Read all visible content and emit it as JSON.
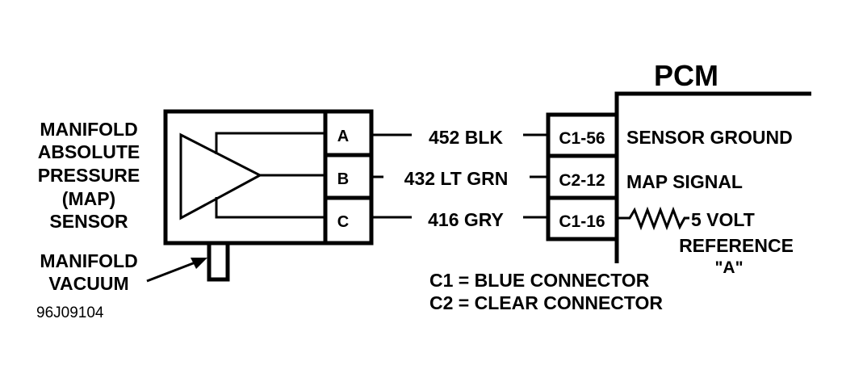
{
  "sensor": {
    "name_lines": [
      "MANIFOLD",
      "ABSOLUTE",
      "PRESSURE",
      "(MAP)",
      "SENSOR"
    ],
    "vacuum_lines": [
      "MANIFOLD",
      "VACUUM"
    ],
    "pins": [
      "A",
      "B",
      "C"
    ]
  },
  "pcm": {
    "title": "PCM",
    "circuits": [
      {
        "wire": "452 BLK",
        "terminal": "C1-56",
        "function": "SENSOR GROUND"
      },
      {
        "wire": "432 LT GRN",
        "terminal": "C2-12",
        "function": "MAP SIGNAL"
      },
      {
        "wire": "416 GRY",
        "terminal": "C1-16",
        "function": "5 VOLT"
      }
    ],
    "reference_lines": [
      "REFERENCE",
      "\"A\""
    ]
  },
  "legend": [
    "C1 = BLUE CONNECTOR",
    "C2 = CLEAR CONNECTOR"
  ],
  "figure_id": "96J09104",
  "colors": {
    "ink": "#000000",
    "paper": "#ffffff"
  }
}
